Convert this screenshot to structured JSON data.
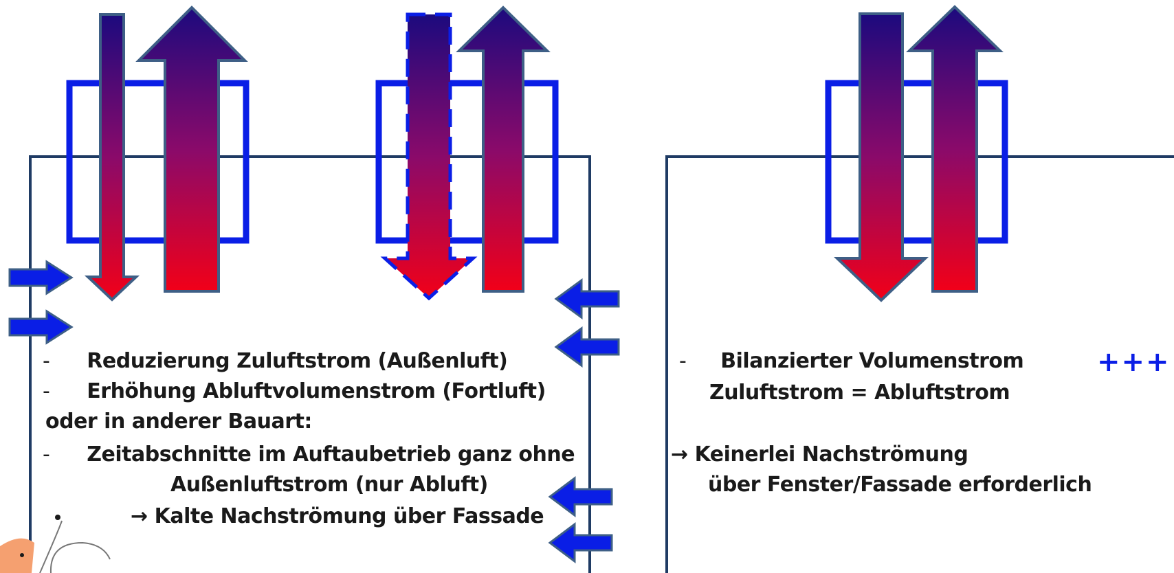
{
  "left_panel": {
    "line1": "Reduzierung Zuluftstrom (Außenluft)",
    "line2": "Erhöhung Abluftvolumenstrom (Fortluft)",
    "line3": "oder in anderer Bauart:",
    "line4": "Zeitabschnitte im Auftaubetrieb ganz ohne",
    "line5": "Außenluftstrom (nur Abluft)",
    "line6": "→ Kalte Nachströmung über Fassade",
    "dash": "-"
  },
  "right_panel": {
    "line1": "Bilanzierter Volumenstrom",
    "line2": "Zuluftstrom = Abluftstrom",
    "line3": "→ Keinerlei Nachströmung",
    "line4": "über Fenster/Fassade erforderlich",
    "dash": "-",
    "rating": "+++"
  },
  "colors": {
    "frame_blue": "#0a1ee6",
    "box_outline": "#1f3b64",
    "gradient_top": "#1c0a7e",
    "gradient_bottom": "#f20018",
    "arrow_stroke": "#3e5f86"
  }
}
